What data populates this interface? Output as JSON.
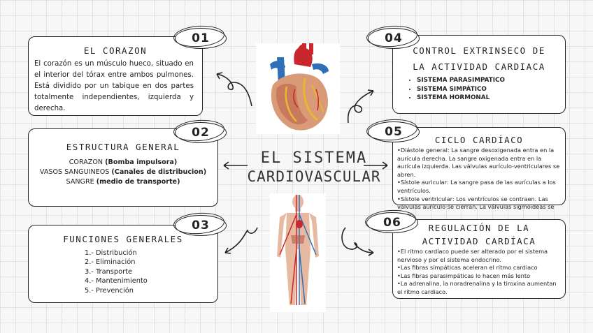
{
  "main_title": {
    "line1": "EL SISTEMA",
    "line2": "CARDIOVASCULAR"
  },
  "cards": {
    "c01": {
      "number": "01",
      "title": "EL CORAZON",
      "text": "El corazón es un músculo hueco, situado en el interior del tórax entre ambos pulmones. Está dividido por un tabique en dos partes totalmente independientes, izquierda y derecha."
    },
    "c02": {
      "number": "02",
      "title": "ESTRUCTURA GENERAL",
      "rows": [
        {
          "label": "CORAZON ",
          "bold": "(Bomba impulsora)"
        },
        {
          "label": "VASOS SANGUINEOS ",
          "bold": "(Canales de distribucion)"
        },
        {
          "label": "SANGRE ",
          "bold": "(medio de transporte)"
        }
      ]
    },
    "c03": {
      "number": "03",
      "title": "FUNCIONES GENERALES",
      "items": [
        "1.- Distribución",
        "2.- Eliminación",
        "3.- Transporte",
        "4.- Mantenimiento",
        "5.- Prevención"
      ]
    },
    "c04": {
      "number": "04",
      "title_line1": "CONTROL EXTRINSECO DE",
      "title_line2": "LA ACTIVIDAD CARDIACA",
      "items": [
        "SISTEMA PARASIMPATICO",
        "SISTEMA SIMPÁTICO",
        "SISTEMA HORMONAL"
      ]
    },
    "c05": {
      "number": "05",
      "title": "CICLO CARDÍACO",
      "lines": [
        "•Diástole general: La sangre desoxigenada entra en la aurícula derecha. La sangre oxigenada entra en la aurícula izquierda. Las válvulas aurículo-ventriculares se abren.",
        "•Sístole auricular: La sangre pasa de las aurículas a los ventrículos.",
        "•Sístole ventricular: Los ventrículos se contraen. Las válvulas aurículo se cierran. La válvulas sigmoideas se abren."
      ]
    },
    "c06": {
      "number": "06",
      "title_line1": "REGULACIÓN DE LA",
      "title_line2": "ACTIVIDAD CARDÍACA",
      "lines": [
        "•El ritmo cardíaco puede ser alterado por el sistema nervioso y por el sistema endocrino.",
        "•Las fibras simpáticas aceleran el ritmo cardiaco",
        "•Las fibras parasimpáticas lo hacen más lento",
        "•La adrenalina, la noradrenalina  y la tiroxina  aumentan el ritmo cardiaco."
      ]
    }
  },
  "images": {
    "heart": "heart-illustration",
    "body": "circulatory-body-illustration"
  },
  "colors": {
    "artery": "#c8272d",
    "vein": "#2f6fb8",
    "ink": "#222222"
  }
}
